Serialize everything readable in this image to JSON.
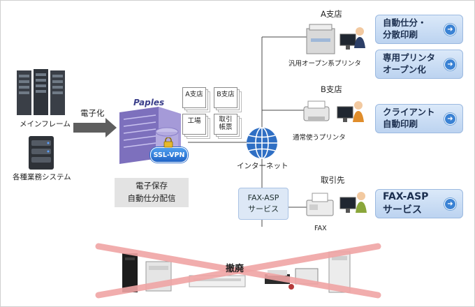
{
  "sources": {
    "mainframe": "メインフレーム",
    "business_systems": "各種業務システム",
    "digitize": "電子化"
  },
  "server": {
    "product": "Paples",
    "vpn": "SSL-VPN",
    "storage_line1": "電子保存",
    "storage_line2": "自動仕分配信"
  },
  "docs": [
    {
      "label": "A支店"
    },
    {
      "label": "B支店"
    },
    {
      "label": "工場"
    },
    {
      "label": "取引\n帳票"
    }
  ],
  "network": {
    "internet": "インターネット"
  },
  "branch_a": {
    "title": "A支店",
    "printer": "汎用オープン系プリンタ"
  },
  "branch_b": {
    "title": "B支店",
    "printer": "通常使うプリンタ"
  },
  "partner": {
    "title": "取引先",
    "device": "FAX"
  },
  "faxasp": {
    "line1": "FAX-ASP",
    "line2": "サービス"
  },
  "services": [
    {
      "label": "自動仕分・\n分散印刷"
    },
    {
      "label": "専用プリンタ\nオープン化"
    },
    {
      "label": "クライアント\n自動印刷"
    },
    {
      "label": "FAX-ASP\nサービス"
    }
  ],
  "removed": {
    "label": "撤廃"
  },
  "colors": {
    "line": "#4a4a4a",
    "cross": "#f0a5a5",
    "button": "#bcd3f0",
    "accent": "#3a82d4",
    "server": "#8c7fc6",
    "globe": "#2f6fc4"
  }
}
